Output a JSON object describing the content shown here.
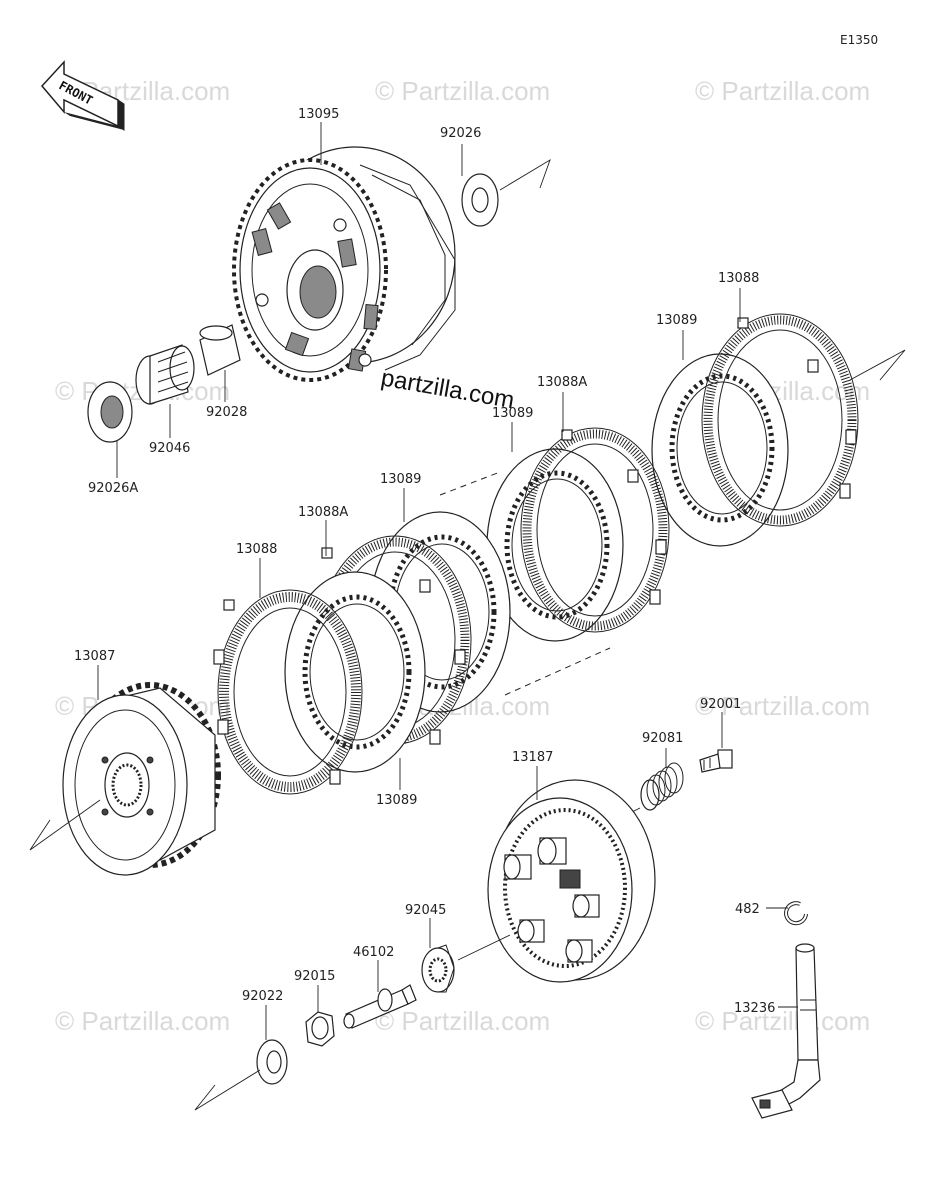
{
  "diagram_code": "E1350",
  "front_arrow_label": "FRONT",
  "watermark_text": "© Partzilla.com",
  "center_logo": "partzilla.com",
  "parts": {
    "p13095": "13095",
    "p92026": "92026",
    "p13088_top": "13088",
    "p13089_top": "13089",
    "p13088A_top": "13088A",
    "p1308x_overlap": "13089",
    "p92028": "92028",
    "p92046": "92046",
    "p92026A": "92026A",
    "p13089_mid": "13089",
    "p13088A_mid": "13088A",
    "p13088_mid": "13088",
    "p13087": "13087",
    "p13089_low": "13089",
    "p92001": "92001",
    "p92081": "92081",
    "p13187": "13187",
    "p92045": "92045",
    "p46102": "46102",
    "p92015": "92015",
    "p92022": "92022",
    "p482": "482",
    "p13236": "13236"
  }
}
